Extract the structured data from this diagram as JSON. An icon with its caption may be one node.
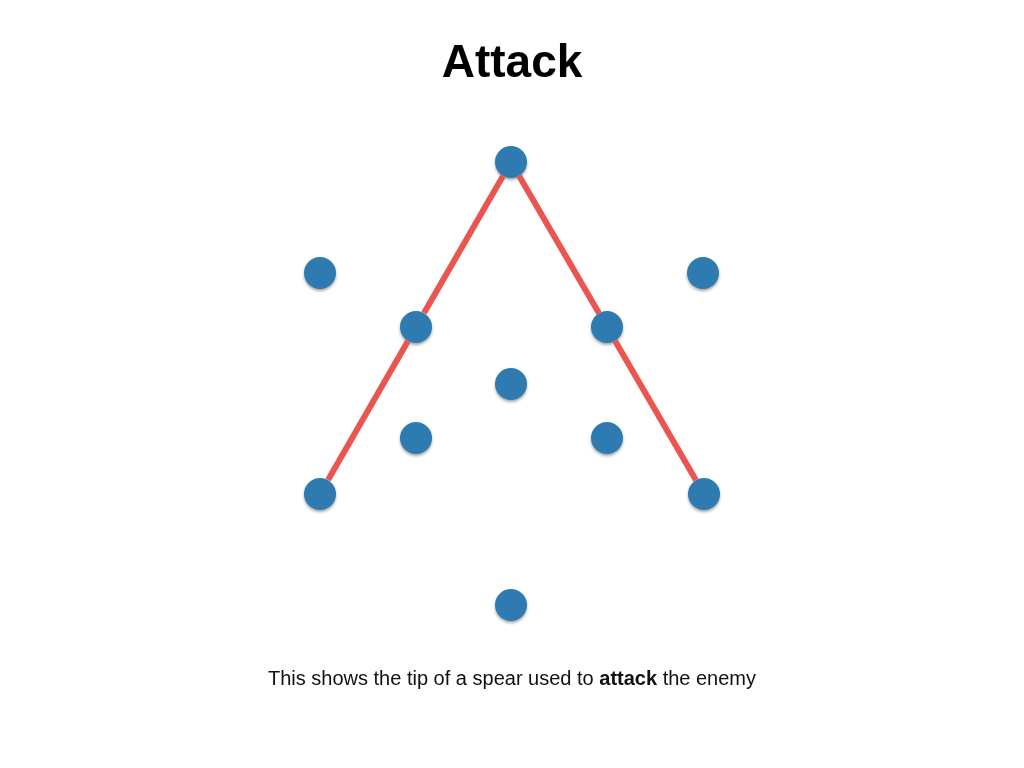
{
  "diagram": {
    "title": "Attack",
    "nodes": [
      {
        "text": [],
        "shape": "circle"
      },
      {
        "text": [],
        "shape": "circle"
      },
      {
        "text": [],
        "shape": "circle"
      },
      {
        "text": [],
        "shape": "circle"
      },
      {
        "text": [],
        "shape": "circle"
      },
      {
        "text": [],
        "shape": "circle"
      },
      {
        "text": [],
        "shape": "circle"
      },
      {
        "text": [],
        "shape": "circle"
      },
      {
        "text": [],
        "shape": "circle"
      },
      {
        "text": [],
        "shape": "circle"
      },
      {
        "text": [],
        "shape": "circle"
      }
    ],
    "edges": [
      {
        "from": 8,
        "to": 3,
        "arrow": "none"
      },
      {
        "from": 3,
        "to": 0,
        "arrow": "none"
      },
      {
        "from": 0,
        "to": 4,
        "arrow": "none"
      },
      {
        "from": 4,
        "to": 9,
        "arrow": "none"
      }
    ],
    "caption": "This shows the tip of a spear used to **attack** the enemy"
  }
}
